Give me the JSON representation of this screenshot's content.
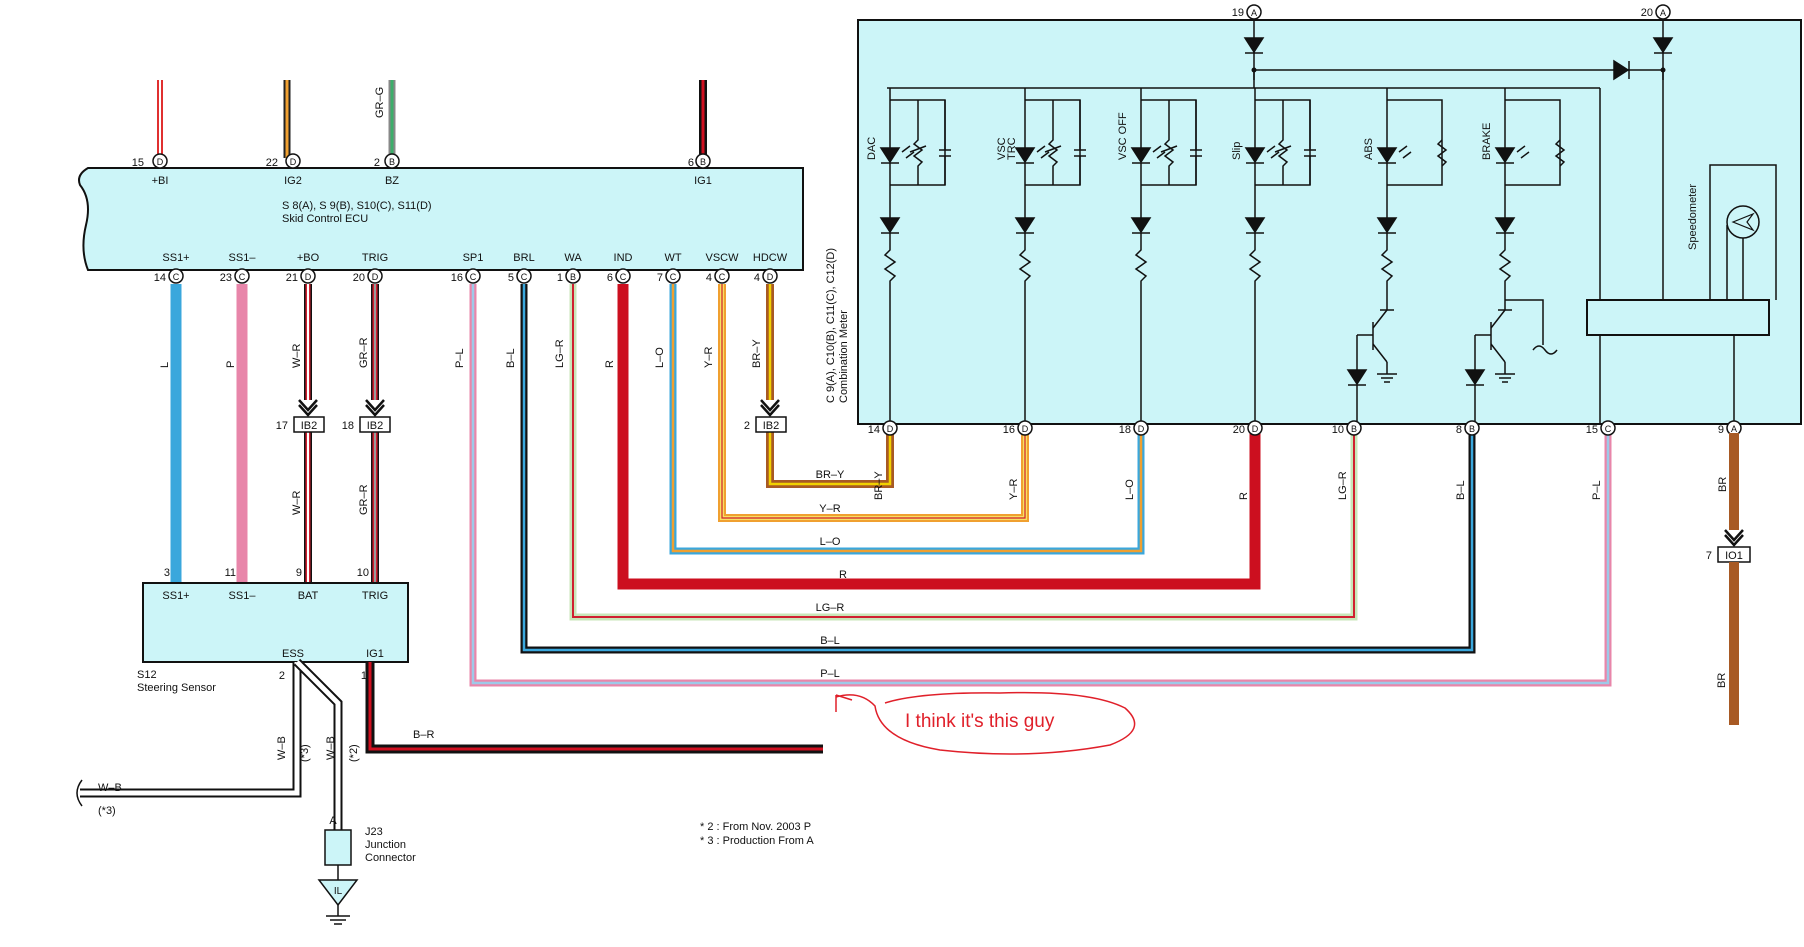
{
  "ecu": {
    "top_pins": [
      {
        "num": "15",
        "conn": "D",
        "label": "+BI"
      },
      {
        "num": "22",
        "conn": "D",
        "label": "IG2"
      },
      {
        "num": "2",
        "conn": "B",
        "label": "BZ"
      },
      {
        "num": "6",
        "conn": "B",
        "label": "IG1"
      }
    ],
    "top_wire_code": "GR–G",
    "name_line1": "S 8(A), S 9(B), S10(C), S11(D)",
    "name_line2": "Skid Control ECU",
    "bottom_pins": [
      {
        "num": "14",
        "conn": "C",
        "label": "SS1+",
        "wire": "L"
      },
      {
        "num": "23",
        "conn": "C",
        "label": "SS1–",
        "wire": "P"
      },
      {
        "num": "21",
        "conn": "D",
        "label": "+BO",
        "wire": "W–R"
      },
      {
        "num": "20",
        "conn": "D",
        "label": "TRIG",
        "wire": "GR–R"
      },
      {
        "num": "16",
        "conn": "C",
        "label": "SP1",
        "wire": "P–L"
      },
      {
        "num": "5",
        "conn": "C",
        "label": "BRL",
        "wire": "B–L"
      },
      {
        "num": "1",
        "conn": "B",
        "label": "WA",
        "wire": "LG–R"
      },
      {
        "num": "6",
        "conn": "C",
        "label": "IND",
        "wire": "R"
      },
      {
        "num": "7",
        "conn": "C",
        "label": "WT",
        "wire": "L–O"
      },
      {
        "num": "4",
        "conn": "C",
        "label": "VSCW",
        "wire": "Y–R"
      },
      {
        "num": "4",
        "conn": "D",
        "label": "HDCW",
        "wire": "BR–Y"
      }
    ]
  },
  "junctions": {
    "ib2_left": {
      "num": "17",
      "label": "IB2",
      "wire": "W–R"
    },
    "ib2_right": {
      "num": "18",
      "label": "IB2",
      "wire": "GR–R"
    },
    "ib2_hdcw": {
      "num": "2",
      "label": "IB2"
    },
    "io1": {
      "num": "7",
      "label": "IO1"
    }
  },
  "steering_sensor": {
    "pins": [
      {
        "num": "3",
        "label": "SS1+"
      },
      {
        "num": "11",
        "label": "SS1–"
      },
      {
        "num": "9",
        "label": "BAT"
      },
      {
        "num": "10",
        "label": "TRIG"
      }
    ],
    "ess_label": "ESS",
    "ess_num": "2",
    "ig1_label": "IG1",
    "ig1_num": "1",
    "name_line1": "S12",
    "name_line2": "Steering Sensor",
    "ig1_wire": "B–R",
    "wb_wire": "W–B",
    "note3": "(*3)",
    "note2": "(*2)"
  },
  "junction_connector": {
    "pin": "A",
    "name_line1": "J23",
    "name_line2": "Junction",
    "name_line3": "Connector",
    "ground": "IL"
  },
  "footnotes": {
    "line1": "* 2 : From Nov.  2003 P",
    "line2": "* 3 : Production From A"
  },
  "meter": {
    "top_pins": [
      {
        "num": "19",
        "conn": "A"
      },
      {
        "num": "20",
        "conn": "A"
      }
    ],
    "name_line1": "C 9(A), C10(B), C11(C), C12(D)",
    "name_line2": "Combination Meter",
    "indicators": [
      "DAC",
      "VSC",
      "TRC",
      "VSC OFF",
      "Slip",
      "ABS",
      "BRAKE"
    ],
    "speedometer": "Speedometer",
    "bottom_pins": [
      {
        "num": "14",
        "conn": "D",
        "wire": "BR–Y"
      },
      {
        "num": "16",
        "conn": "D",
        "wire": "Y–R"
      },
      {
        "num": "18",
        "conn": "D",
        "wire": "L–O"
      },
      {
        "num": "20",
        "conn": "D",
        "wire": "R"
      },
      {
        "num": "10",
        "conn": "B",
        "wire": "LG–R"
      },
      {
        "num": "8",
        "conn": "B",
        "wire": "B–L"
      },
      {
        "num": "15",
        "conn": "C",
        "wire": "P–L"
      },
      {
        "num": "9",
        "conn": "A",
        "wire": "BR"
      }
    ],
    "br_lower": "BR"
  },
  "bus_labels": [
    "BR–Y",
    "Y–R",
    "L–O",
    "R",
    "LG–R",
    "B–L",
    "P–L"
  ],
  "annotation": "I think it's this guy",
  "colors": {
    "panel_fill": "#ccf5f8",
    "annotation": "#e0202a",
    "wire_L": "#3aa7dc",
    "wire_P": "#e886aa",
    "wire_R": "#cc0f1f",
    "wire_O": "#f0a030",
    "wire_Y": "#f2d200",
    "wire_BR": "#a85a24",
    "wire_LG": "#9ecf8a"
  }
}
